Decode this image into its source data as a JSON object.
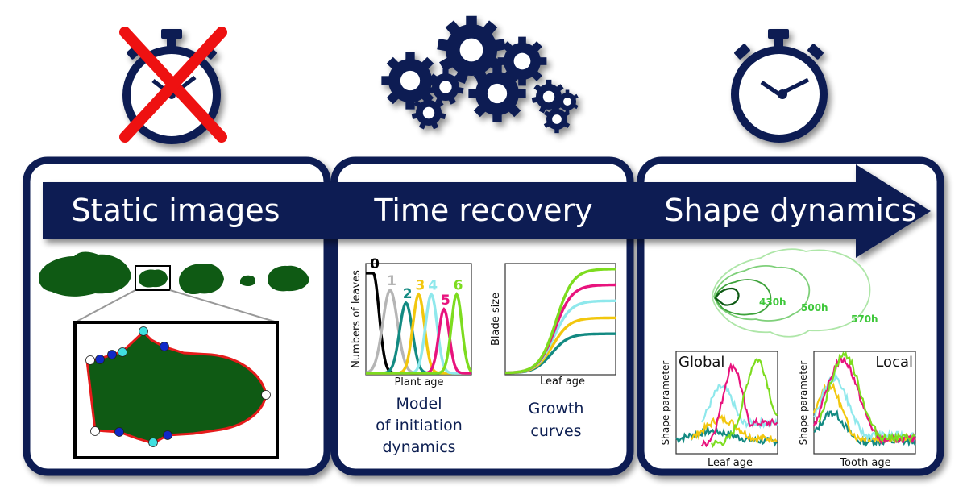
{
  "banner": {
    "static_label": "Static images",
    "time_label": "Time recovery",
    "shape_label": "Shape dynamics"
  },
  "icons": {
    "stopwatch_crossed": "stopwatch-crossed-icon",
    "gears": "gears-icon",
    "stopwatch": "stopwatch-icon"
  },
  "colors": {
    "navy": "#0d1f52",
    "leaf_green": "#0f5a14",
    "cross_red": "#ee1111",
    "outline_red": "#e51b1b",
    "dot_blue": "#1028c8",
    "dot_cyan": "#40e0e0",
    "dot_white": "#ffffff"
  },
  "panel2": {
    "plot1": {
      "ylabel": "Numbers of leaves",
      "xlabel": "Plant age",
      "series": [
        {
          "name": "0",
          "color": "#000000"
        },
        {
          "name": "1",
          "color": "#b5b5b5"
        },
        {
          "name": "2",
          "color": "#138a82"
        },
        {
          "name": "3",
          "color": "#f2c70e"
        },
        {
          "name": "4",
          "color": "#8fe8ec"
        },
        {
          "name": "5",
          "color": "#e8137d"
        },
        {
          "name": "6",
          "color": "#7ddc1f"
        }
      ]
    },
    "plot1_caption": [
      "Model",
      "of initiation",
      "dynamics"
    ],
    "plot2": {
      "ylabel": "Blade size",
      "xlabel": "Leaf age"
    },
    "plot2_caption": [
      "Growth",
      "curves"
    ]
  },
  "panel3": {
    "contour_labels": [
      "430h",
      "500h",
      "570h"
    ],
    "plot_global": {
      "title": "Global",
      "ylabel": "Shape parameter",
      "xlabel": "Leaf age"
    },
    "plot_local": {
      "title": "Local",
      "ylabel": "Shape parameter",
      "xlabel": "Tooth age"
    }
  }
}
